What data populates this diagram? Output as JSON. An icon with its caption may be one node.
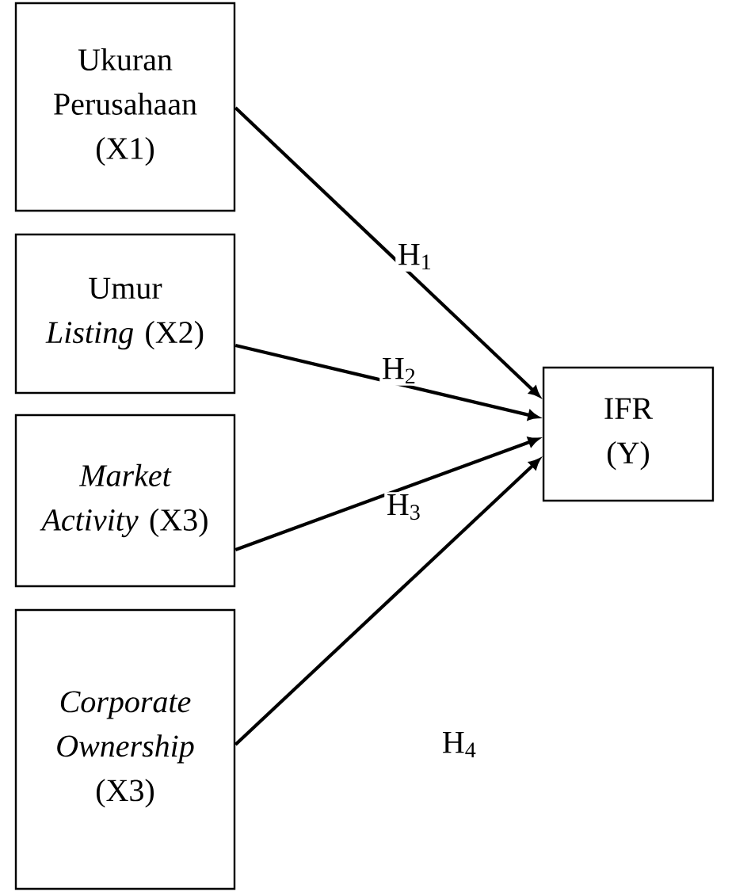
{
  "diagram": {
    "nodes": [
      {
        "text": [
          "Ukuran Perusahaan (X1)"
        ]
      },
      {
        "text": [
          "Umur *Listing* (X2)"
        ]
      },
      {
        "text": [
          "*Market Activity* (X3)"
        ]
      },
      {
        "text": [
          "*Corporate Ownership* (X3)"
        ]
      },
      {
        "text": [
          "IFR (Y)"
        ]
      }
    ],
    "edges": [
      {
        "from": 0,
        "to": 4,
        "arrow": "to",
        "label": "H$_{1}$"
      },
      {
        "from": 1,
        "to": 4,
        "arrow": "to",
        "label": "H$_{2}$"
      },
      {
        "from": 2,
        "to": 4,
        "arrow": "to",
        "label": "H$_{3}$"
      },
      {
        "from": 3,
        "to": 4,
        "arrow": "to",
        "label": "H$_{4}$"
      }
    ]
  }
}
